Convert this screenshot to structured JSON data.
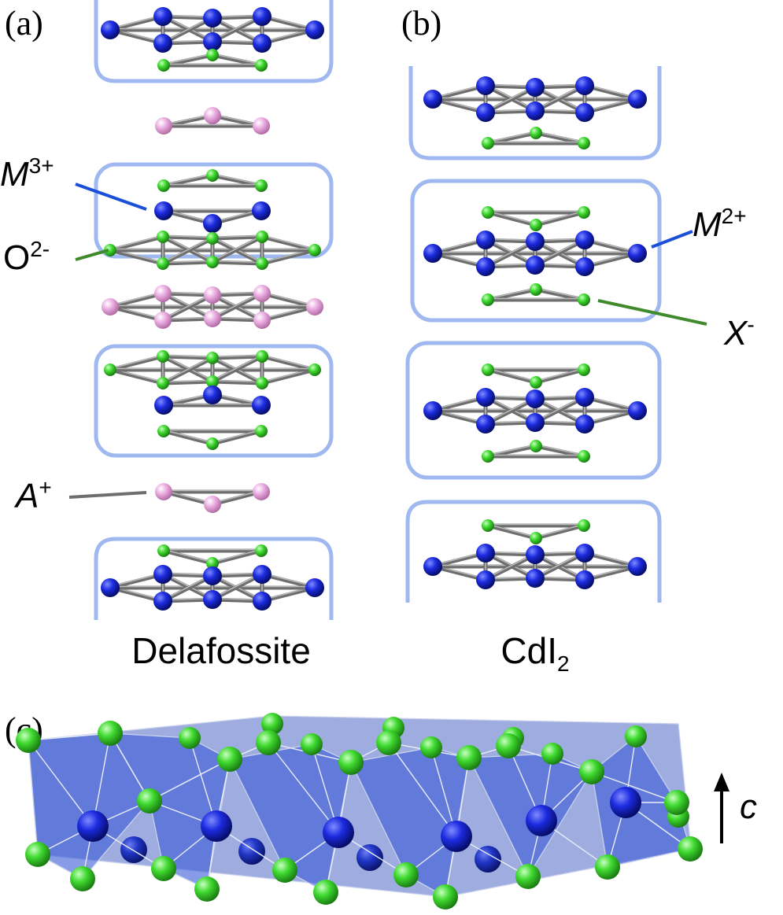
{
  "panels": {
    "a": {
      "label": "(a)",
      "caption": "Delafossite"
    },
    "b": {
      "label": "(b)",
      "caption_main": "CdI",
      "caption_sub": "2"
    },
    "c": {
      "label": "(c)",
      "axis_label": "c"
    }
  },
  "ions": {
    "m3": {
      "base": "M",
      "sup": "3+"
    },
    "o2": {
      "base": "O",
      "sup": "2-"
    },
    "a1": {
      "base": "A",
      "sup": "+"
    },
    "m2": {
      "base": "M",
      "sup": "2+"
    },
    "x1": {
      "base": "X",
      "sup": "-"
    }
  },
  "colors": {
    "metal": "#1a2bd6",
    "anion": "#2ed12a",
    "a_cation": "#e9a6de",
    "frame": "#9fb8ef",
    "bond": "#6e6e6e",
    "m_leader": "#1a4fd8",
    "o_leader": "#3f8a2a",
    "a_leader": "#6e6e6e"
  }
}
